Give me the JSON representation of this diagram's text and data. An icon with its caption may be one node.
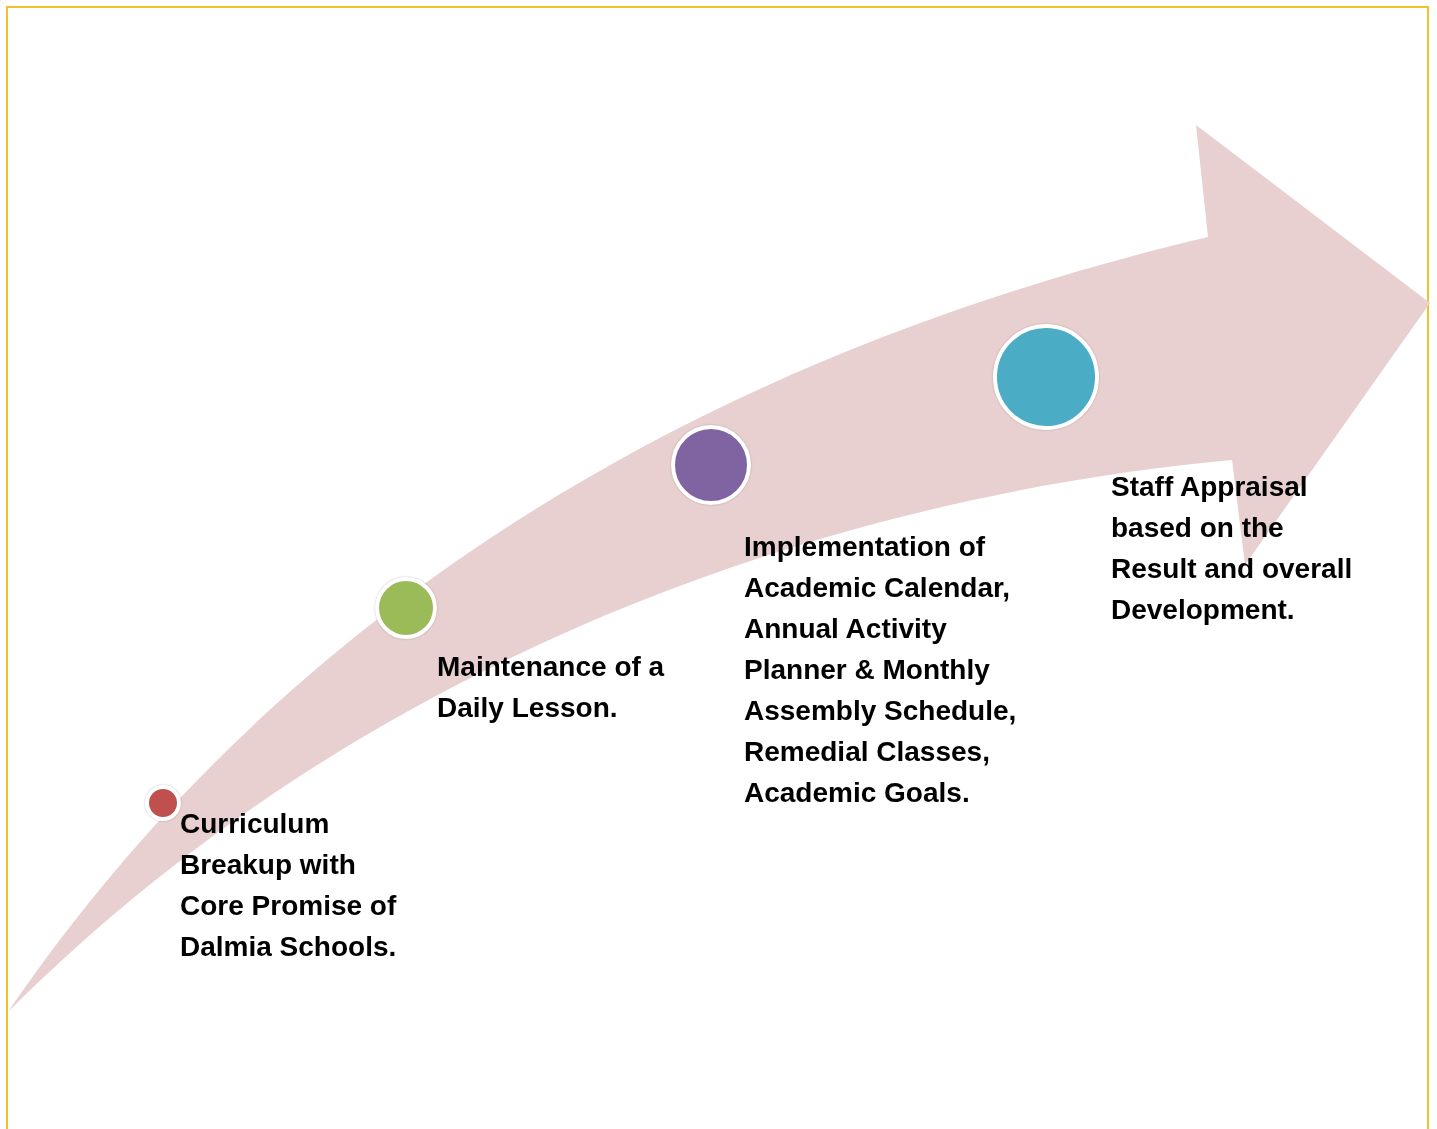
{
  "diagram": {
    "nodes": [
      {
        "text": [],
        "shape": "circle",
        "beside": [
          "Curriculum Breakup with Core Promise of Dalmia Schools."
        ]
      },
      {
        "text": [],
        "shape": "circle",
        "beside": [
          "Maintenance of a Daily Lesson."
        ]
      },
      {
        "text": [],
        "shape": "circle",
        "beside": [
          "Implementation of Academic Calendar, Annual Activity Planner & Monthly Assembly Schedule, Remedial Classes, Academic Goals."
        ]
      },
      {
        "text": [],
        "shape": "circle",
        "beside": [
          "Staff Appraisal based on the Result and overall Development."
        ]
      }
    ]
  }
}
